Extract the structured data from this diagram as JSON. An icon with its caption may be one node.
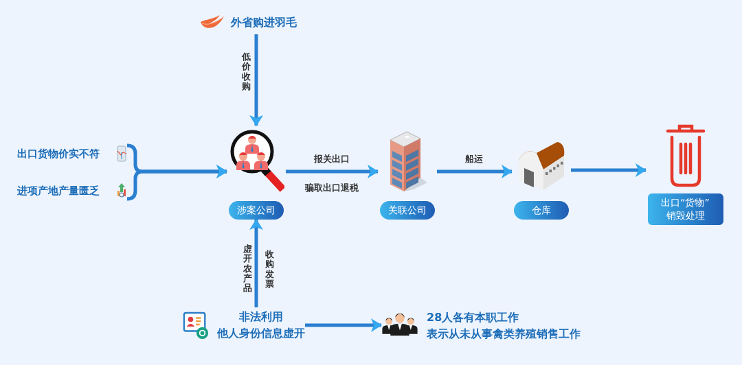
{
  "diagram": {
    "nodes": [
      {
        "text": [
          "外省购进羽毛"
        ]
      },
      {
        "text": [
          "出口货物价实不符"
        ]
      },
      {
        "text": [
          "进项产地产量匮乏"
        ]
      },
      {
        "text": [
          "涉案公司"
        ]
      },
      {
        "text": [
          "关联公司"
        ]
      },
      {
        "text": [
          "仓库"
        ]
      },
      {
        "text": [
          "出口“货物”",
          "销毁处理"
        ]
      },
      {
        "text": [
          "非法利用",
          "他人身份信息虚开"
        ]
      },
      {
        "text": [
          "28人各有本职工作",
          "表示从未从事禽类养殖销售工作"
        ]
      }
    ],
    "edges": [
      {
        "from": 0,
        "to": 3,
        "arrow": "to",
        "label": "低价收购"
      },
      {
        "from": 1,
        "to": 3,
        "arrow": "to"
      },
      {
        "from": 2,
        "to": 3,
        "arrow": "to"
      },
      {
        "from": 3,
        "to": 4,
        "arrow": "to",
        "label": "报关出口"
      },
      {
        "from": 4,
        "to": 5,
        "arrow": "to",
        "label": "船运"
      },
      {
        "from": 5,
        "to": 6,
        "arrow": "to"
      },
      {
        "from": 7,
        "to": 3,
        "arrow": "to",
        "label": "虚开农产品"
      },
      {
        "from": 7,
        "to": 8,
        "arrow": "to"
      }
    ],
    "labels": [
      "骗取出口退税",
      "收购发票"
    ]
  }
}
